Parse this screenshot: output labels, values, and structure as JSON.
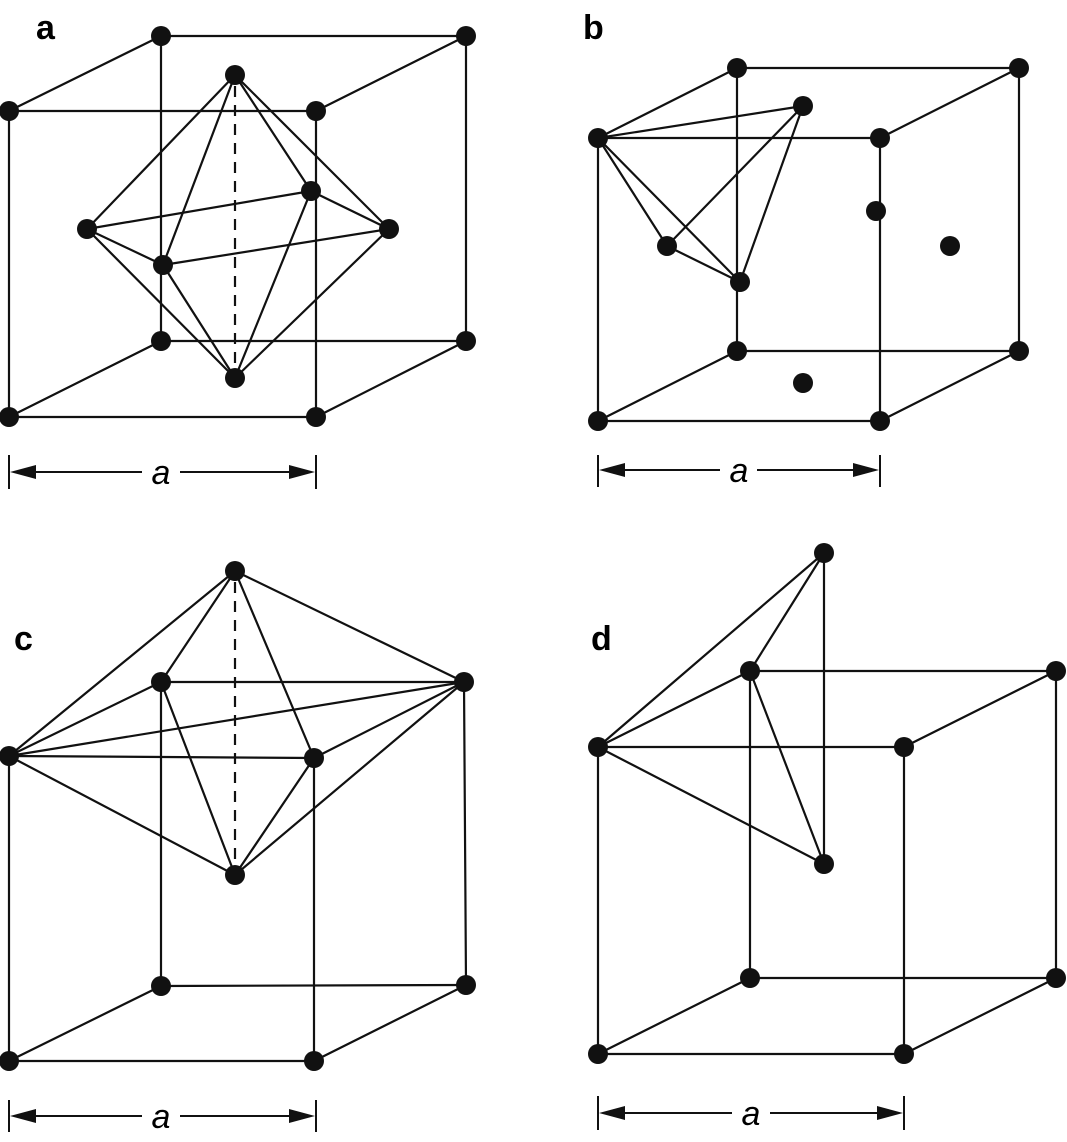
{
  "figure": {
    "panels": [
      {
        "id": "a",
        "label": "a",
        "dimension_label": "a"
      },
      {
        "id": "b",
        "label": "b",
        "dimension_label": "a"
      },
      {
        "id": "c",
        "label": "c",
        "dimension_label": "a"
      },
      {
        "id": "d",
        "label": "d",
        "dimension_label": "a"
      }
    ]
  },
  "colors": {
    "line": "#111111",
    "atom": "#111111",
    "background": "#ffffff"
  }
}
